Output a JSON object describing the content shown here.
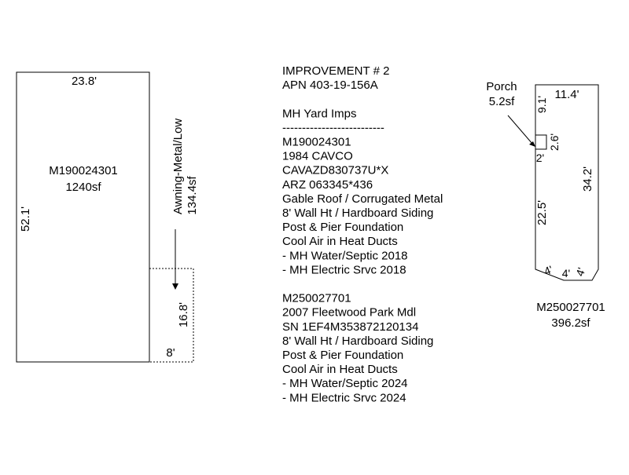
{
  "left_structure": {
    "id": "M190024301",
    "area": "1240sf",
    "top_dim": "23.8'",
    "left_dim": "52.1'"
  },
  "awning": {
    "label": "Awning-Metal/Low",
    "area": "134.4sf",
    "height_dim": "16.8'",
    "width_dim": "8'"
  },
  "notes": {
    "lines": [
      "IMPROVEMENT # 2",
      "APN 403-19-156A",
      "",
      "MH Yard Imps",
      "--------------------------",
      "M190024301",
      "1984 CAVCO",
      "CAVAZD830737U*X",
      "ARZ 063345*436",
      "Gable Roof / Corrugated Metal",
      "8' Wall Ht / Hardboard Siding",
      "Post & Pier Foundation",
      "Cool Air in Heat Ducts",
      "- MH Water/Septic 2018",
      "- MH Electric Srvc 2018",
      "",
      "M250027701",
      "2007 Fleetwood Park Mdl",
      "SN 1EF4M353872120134",
      "8' Wall Ht / Hardboard Siding",
      "Post & Pier Foundation",
      "Cool Air in Heat Ducts",
      "- MH Water/Septic 2024",
      "- MH Electric Srvc 2024"
    ]
  },
  "right_structure": {
    "id": "M250027701",
    "area": "396.2sf",
    "top_dim": "11.4'",
    "side_dim": "34.2'",
    "upper_left_dim": "9.1'",
    "lower_left_dim": "22.5'",
    "bottom_left_dim": "4'",
    "bottom_mid_dim": "4'",
    "bottom_right_dim": "4'"
  },
  "porch": {
    "label": "Porch",
    "area": "5.2sf",
    "height_dim": "2.6'",
    "width_dim": "2'"
  }
}
